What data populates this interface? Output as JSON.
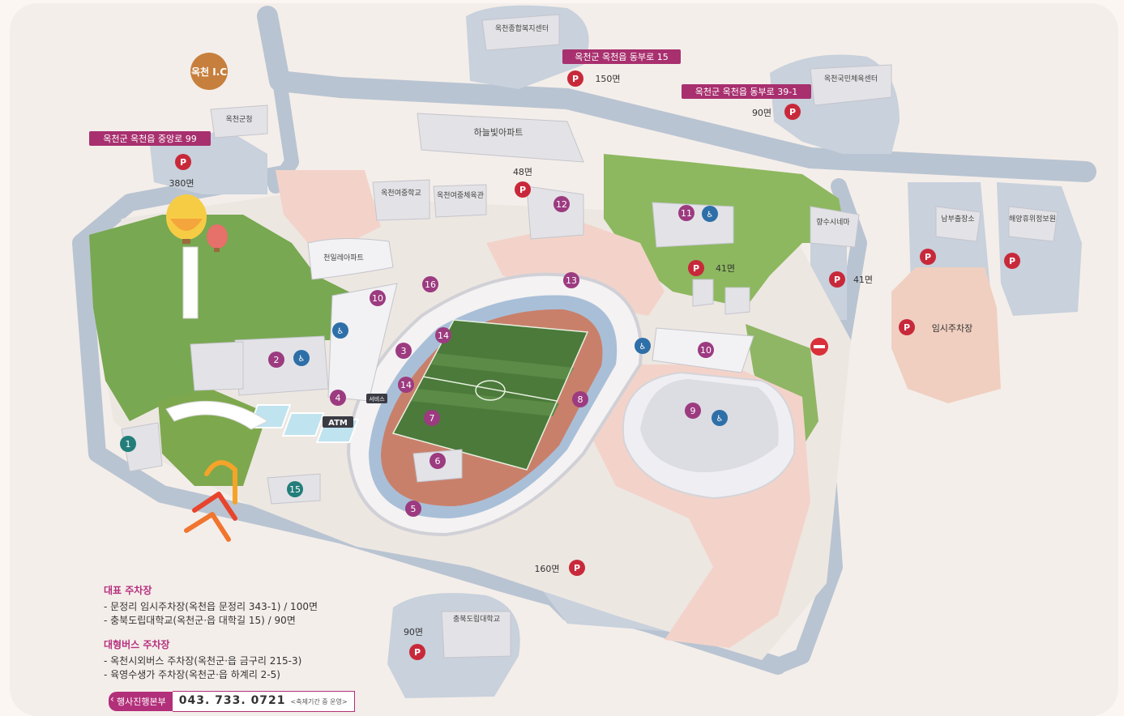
{
  "ic_label": "옥천 I.C",
  "addresses": [
    {
      "text": "옥천군 옥천읍 중앙로 99"
    },
    {
      "text": "옥천군 옥천읍 동부로 15"
    },
    {
      "text": "옥천군 옥천읍 동부로 39-1"
    }
  ],
  "parking_counts": {
    "p_gun": "380면",
    "p_north": "150면",
    "p_ne": "90면",
    "p_apt": "48면",
    "p_center": "41면",
    "p_east": "41면",
    "p_south": "160면",
    "p_college": "90면",
    "temp_lot": "임시주차장"
  },
  "buildings": {
    "gunchung": "옥천군청",
    "welfare": "옥천종합복지센터",
    "sports_center": "옥천국민체육센터",
    "apt_sky": "하늘빛아파트",
    "girls_school": "옥천여중학교",
    "gym": "옥천여중체육관",
    "apt_2": "천일레아파트",
    "hyangsu": "향수시네마",
    "nambu": "남부출장소",
    "haeyang": "해양휴위정보원",
    "college": "충북도립대학교"
  },
  "markers": [
    "1",
    "2",
    "3",
    "4",
    "5",
    "6",
    "7",
    "8",
    "9",
    "10",
    "10",
    "11",
    "12",
    "13",
    "14",
    "14",
    "15",
    "16"
  ],
  "misc": {
    "atm": "ATM",
    "service": "서비스"
  },
  "info": {
    "title1": "대표 주차장",
    "line1": "- 문정리 임시주차장(옥천읍 문정리 343-1) / 100면",
    "line2": "- 충북도립대학교(옥천군·읍 대학길 15) / 90면",
    "title2": "대형버스 주차장",
    "line3": "- 옥천시외버스 주차장(옥천군·읍 금구리 215-3)",
    "line4": "- 육영수생가 주차장(옥천군·읍 하계리 2-5)"
  },
  "hq": {
    "label": "행사진행본부",
    "phone": "043. 733. 0721",
    "note": "<축제기간 중 운영>"
  },
  "colors": {
    "road": "#b9c4d2",
    "lot": "#c8d1dc",
    "park": "#78a851",
    "plaza": "#f3d3c9",
    "marker": "#9c3b80",
    "marker_teal": "#237e7a",
    "parking": "#c8293a",
    "address": "#a8306f"
  }
}
